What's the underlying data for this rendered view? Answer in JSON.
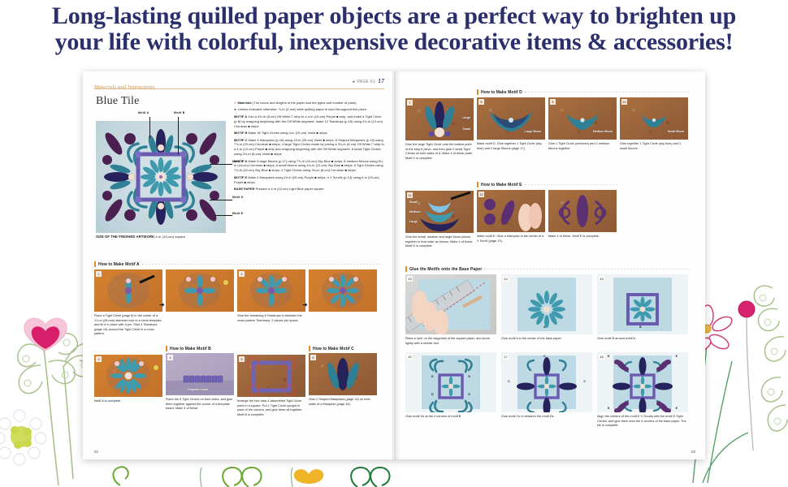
{
  "headline": {
    "line1": "Long-lasting quilled paper objects are a perfect way to brighten up",
    "line2": "your life with colorful, inexpensive decorative items & accessories!",
    "color": "#2b2f6b"
  },
  "book": {
    "left_page": {
      "running_head": "Materials and Instructions",
      "page_ref_prefix": "◄ PAGE 61:",
      "page_ref_number": "17",
      "chapter_title": "Blue Tile",
      "folio": "62",
      "hero": {
        "caption_label": "SIZE OF THE FINISHED ARTWORK",
        "caption_value": "4-in (10-cm) square",
        "labels": [
          "Motif A",
          "Motif B",
          "Motif C",
          "Motif D",
          "Motif E"
        ]
      },
      "materials": {
        "heading": "Materials",
        "heading_rest": "(The colors and lengths of the paper and the types and number of parts)",
        "note": "Unless indicated otherwise, ⅛-in (3-mm) wide quilling paper is used throughout this piece.",
        "entries": [
          {
            "label": "MOTIF A",
            "text": "Join a 3⅛-in (8-cm) Off White □ strip to a 4-in (10-cm) Purple ■ strip, and make a Tight Circle (p.8) by wrapping beginning with the Off White segment; make 12 Teardrops (p.15) using 4¾-in (12-cm) Cerulean ■ strips"
          },
          {
            "label": "MOTIF B",
            "text": "Make 36 Tight Circles using 4-in (10-cm) Violet ■ strips"
          },
          {
            "label": "MOTIF C",
            "text": "Make 4 Marquises (p.16) using 10-in (25-cm) Violet ■ strips; 8 Shaped Marquises (p.19) using 7⅞-in (20-cm) Cerulean ■ strips; 4 large Tight Circles made by joining a 3⅛-in (8-cm) Off White □ strip to a 4-in (10-cm) Purple ■ strip and wrapping beginning with the Off White segment; 8 small Tight Circles using 2⅜-in (6-cm) Violet ■ strips"
          },
          {
            "label": "MOTIF D",
            "text": "Make 8 large Moons (p.17) using 7⅞-in (20-cm) Sky Blue ■ strips; 8 medium Moons using 6¼-in (16-cm) Cerulean ■ strips; 8 small Moons using 4¾-in (12-cm) Sky Blue ■ strips; 8 Tight Circles using 7⅞-in (20-cm) Sky Blue ■ strips; 4 Tight Circles using 3⅛-in (8-cm) Cerulean ■ strips"
          },
          {
            "label": "MOTIF E",
            "text": "Make 4 Marquises using 10-in (25-cm) Purple ■ strips; 4 V Scrolls (p.13) using 6-in (15-cm) Purple ■ strips"
          },
          {
            "label": "BASE PAPER",
            "text": "Prepare a 4-in (10-cm) Light Blue paper square"
          }
        ]
      },
      "sections": [
        {
          "id": "motif-a",
          "title": "How to Make Motif A",
          "cells": [
            {
              "num": "1",
              "caption": "Place a Tight Circle (page 8) in the center of a 1⅛-in (28-mm) diameter hole in a circle template, and fix it in place with a pin. Glue 4 Teardrops (page 15) around the Tight Circle in a cross pattern.",
              "bg": "orange"
            },
            {
              "num": "",
              "caption": "",
              "bg": "orange"
            },
            {
              "num": "2",
              "caption": "Glue the remaining 8 Teardrops in between the cross pattern Teardrops, 2 pieces per space.",
              "bg": "orange"
            },
            {
              "num": "",
              "caption": "",
              "bg": "orange"
            }
          ]
        },
        {
          "id": "motif-a-done",
          "title": "",
          "cells": [
            {
              "num": "3",
              "caption": "Motif A is complete.",
              "bg": "orange"
            }
          ]
        },
        {
          "id": "motif-b",
          "title": "How to Make Motif B",
          "cells": [
            {
              "num": "4",
              "caption": "Place the 8 Tight Circles on their sides, and glue them together against the corner of a template board. Make 4 of these.",
              "bg": "lilac",
              "photo_label": "Template board"
            },
            {
              "num": "5",
              "caption": "Arrange the four step-4 assembled Tight Circle parts in a square. Put 1 Tight Circle upright in each of the corners, and glue them all together. Motif B is complete.",
              "bg": "cork"
            }
          ]
        },
        {
          "id": "motif-c",
          "title": "How to Make Motif C",
          "cells": [
            {
              "num": "6",
              "caption": "Glue 2 Shaped Marquises (page 19) on both sides of a Marquise (page 16).",
              "bg": "cork"
            }
          ]
        }
      ]
    },
    "right_page": {
      "folio": "63",
      "sections": [
        {
          "id": "motif-c-cont",
          "title": "",
          "cells": [
            {
              "num": "7",
              "caption": "Glue the large Tight Circle onto the bottom point of the step-6 piece, and then glue 2 small Tight Circles on both sides of it. Make 4 of these parts. Motif C is complete.",
              "bg": "cork",
              "photo_labels": [
                "Large",
                "Small"
              ]
            }
          ]
        },
        {
          "id": "motif-d",
          "title": "How to Make Motif D",
          "cells": [
            {
              "num": "8",
              "caption": "Make motif D. Glue together 1 Tight Circle (sky blue) and 2 large Moons (page 17).",
              "bg": "cork",
              "photo_label": "Large Moon"
            },
            {
              "num": "9",
              "caption": "Glue 1 Tight Circle (cerulean) and 2 medium Moons together.",
              "bg": "cork",
              "photo_label": "Medium Moon"
            },
            {
              "num": "10",
              "caption": "Glue together 1 Tight Circle (sky blue) and 2 small Moons.",
              "bg": "cork",
              "photo_label": "Small Moon"
            }
          ]
        },
        {
          "id": "motif-e",
          "title": "How to Make Motif E",
          "cells": [
            {
              "num": "11",
              "caption": "Glue the small, medium and large Moon pieces together in that order as shown. Make 4 of these. Motif D is complete.",
              "bg": "cork",
              "photo_labels": [
                "Small",
                "Medium",
                "Large"
              ]
            },
            {
              "num": "12",
              "caption": "Make motif E. Glue a Marquise in the center of a V Scroll (page 13).",
              "bg": "cork"
            },
            {
              "num": "",
              "caption": "Make 4 of these. Motif E is complete.",
              "bg": "cork"
            }
          ]
        },
        {
          "id": "glue-motifs",
          "title": "Glue the Motifs onto the Base Paper",
          "cells": [
            {
              "num": "13",
              "caption": "Place a ruler on the diagonals of the square paper, and score lightly with a needle tool.",
              "bg": "grey"
            },
            {
              "num": "14",
              "caption": "Glue motif A in the center of the base paper.",
              "bg": "blue-sheet",
              "photo_label": "A"
            },
            {
              "num": "15",
              "caption": "Glue motif B around motif A.",
              "bg": "blue-sheet",
              "photo_label": "B"
            },
            {
              "num": "16",
              "caption": "Glue motif Ds at the 4 corners of motif B.",
              "bg": "blue-sheet",
              "photo_labels": [
                "D",
                "D",
                "D",
                "D"
              ]
            },
            {
              "num": "17",
              "caption": "Glue motif Cs in between the motif Ds.",
              "bg": "blue-sheet",
              "photo_labels": [
                "C",
                "C",
                "C",
                "C"
              ]
            },
            {
              "num": "18",
              "caption": "Align the centers of the motif-E V Scrolls with the motif D Tight Circles, and glue them onto the 4 corners of the base paper. The tile is complete.",
              "bg": "blue-sheet",
              "photo_labels": [
                "E",
                "E",
                "E",
                "E"
              ]
            }
          ]
        }
      ]
    }
  },
  "decorations": {
    "items": [
      "green-quilled-leaf-spray-left",
      "pink-heart-left",
      "white-yellow-pom-flower-left",
      "pink-quilled-flower-right",
      "pink-bud-right",
      "green-quilled-leaf-spray-right",
      "green-scroll-bottom",
      "yellow-heart-bottom"
    ],
    "colors": {
      "leaf_green": "#a8c08a",
      "deep_green": "#4d9448",
      "pink": "#d2417e",
      "heart_pink": "#e0488c",
      "yellow": "#f0b429",
      "cream": "#f3f3df"
    }
  }
}
